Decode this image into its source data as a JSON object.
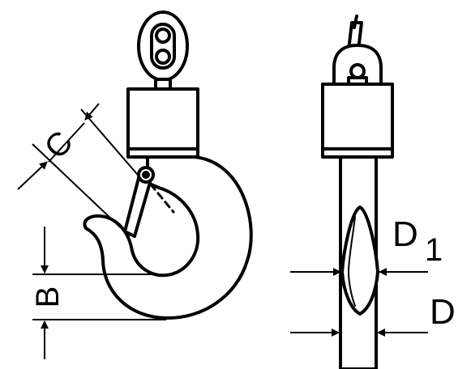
{
  "diagram": {
    "labels": {
      "c": "C",
      "b": "B",
      "d1_main": "D",
      "d1_sub": "1",
      "d": "D"
    },
    "colors": {
      "stroke": "#000000",
      "fill": "#ffffff"
    }
  }
}
